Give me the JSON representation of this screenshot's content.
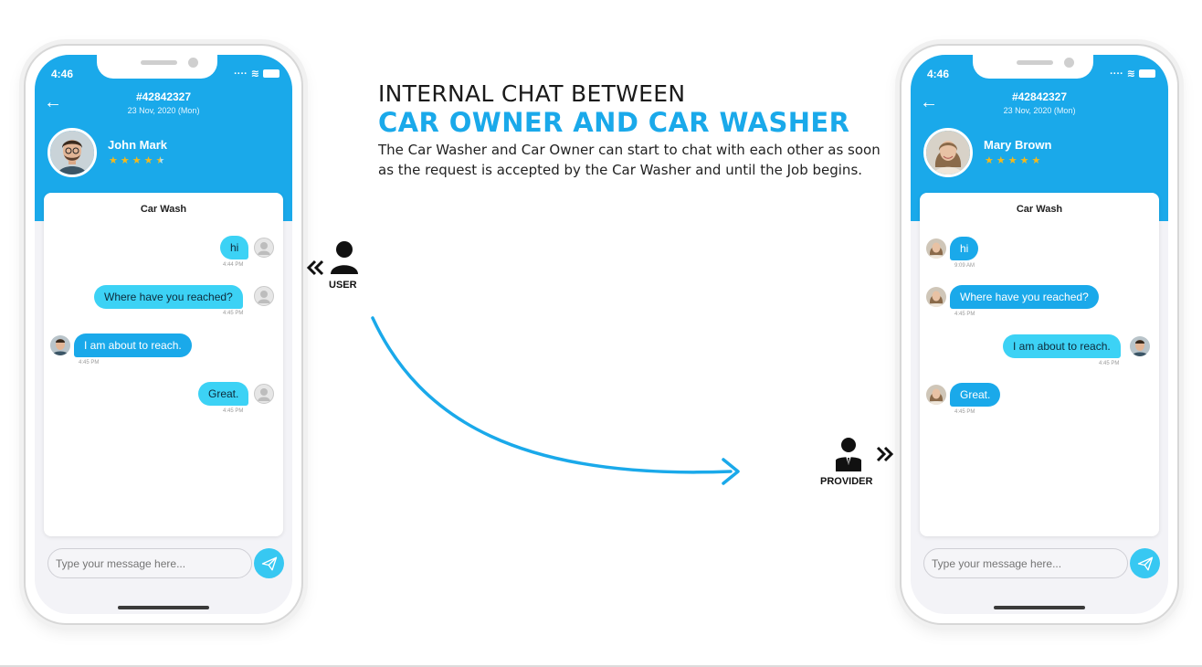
{
  "headline": {
    "line1": "INTERNAL CHAT BETWEEN",
    "line2": "CAR OWNER AND CAR WASHER",
    "description": "The Car Washer and Car Owner can start to chat with each other as soon as the request is accepted by the Car Washer and until the Job begins."
  },
  "roles": {
    "user": "USER",
    "provider": "PROVIDER"
  },
  "colors": {
    "brand_blue": "#1aa9ea",
    "sent_bubble": "#3cd2f5",
    "star": "#f5b91c"
  },
  "phone_left": {
    "status_time": "4:46",
    "order_id": "#42842327",
    "order_date": "23 Nov, 2020 (Mon)",
    "person_name": "John Mark",
    "rating": 4.5,
    "chat_topic": "Car Wash",
    "messages": [
      {
        "text": "hi",
        "time": "4:44 PM",
        "direction": "sent"
      },
      {
        "text": "Where have you reached?",
        "time": "4:45 PM",
        "direction": "sent"
      },
      {
        "text": "I am about to reach.",
        "time": "4:45 PM",
        "direction": "received"
      },
      {
        "text": "Great.",
        "time": "4:45 PM",
        "direction": "sent"
      }
    ],
    "input_placeholder": "Type your message here..."
  },
  "phone_right": {
    "status_time": "4:46",
    "order_id": "#42842327",
    "order_date": "23 Nov, 2020 (Mon)",
    "person_name": "Mary Brown",
    "rating": 5,
    "chat_topic": "Car Wash",
    "messages": [
      {
        "text": "hi",
        "time": "9:09 AM",
        "direction": "received"
      },
      {
        "text": "Where have you reached?",
        "time": "4:45 PM",
        "direction": "received"
      },
      {
        "text": "I am about to reach.",
        "time": "4:45 PM",
        "direction": "sent"
      },
      {
        "text": "Great.",
        "time": "4:45 PM",
        "direction": "received"
      }
    ],
    "input_placeholder": "Type your message here..."
  }
}
